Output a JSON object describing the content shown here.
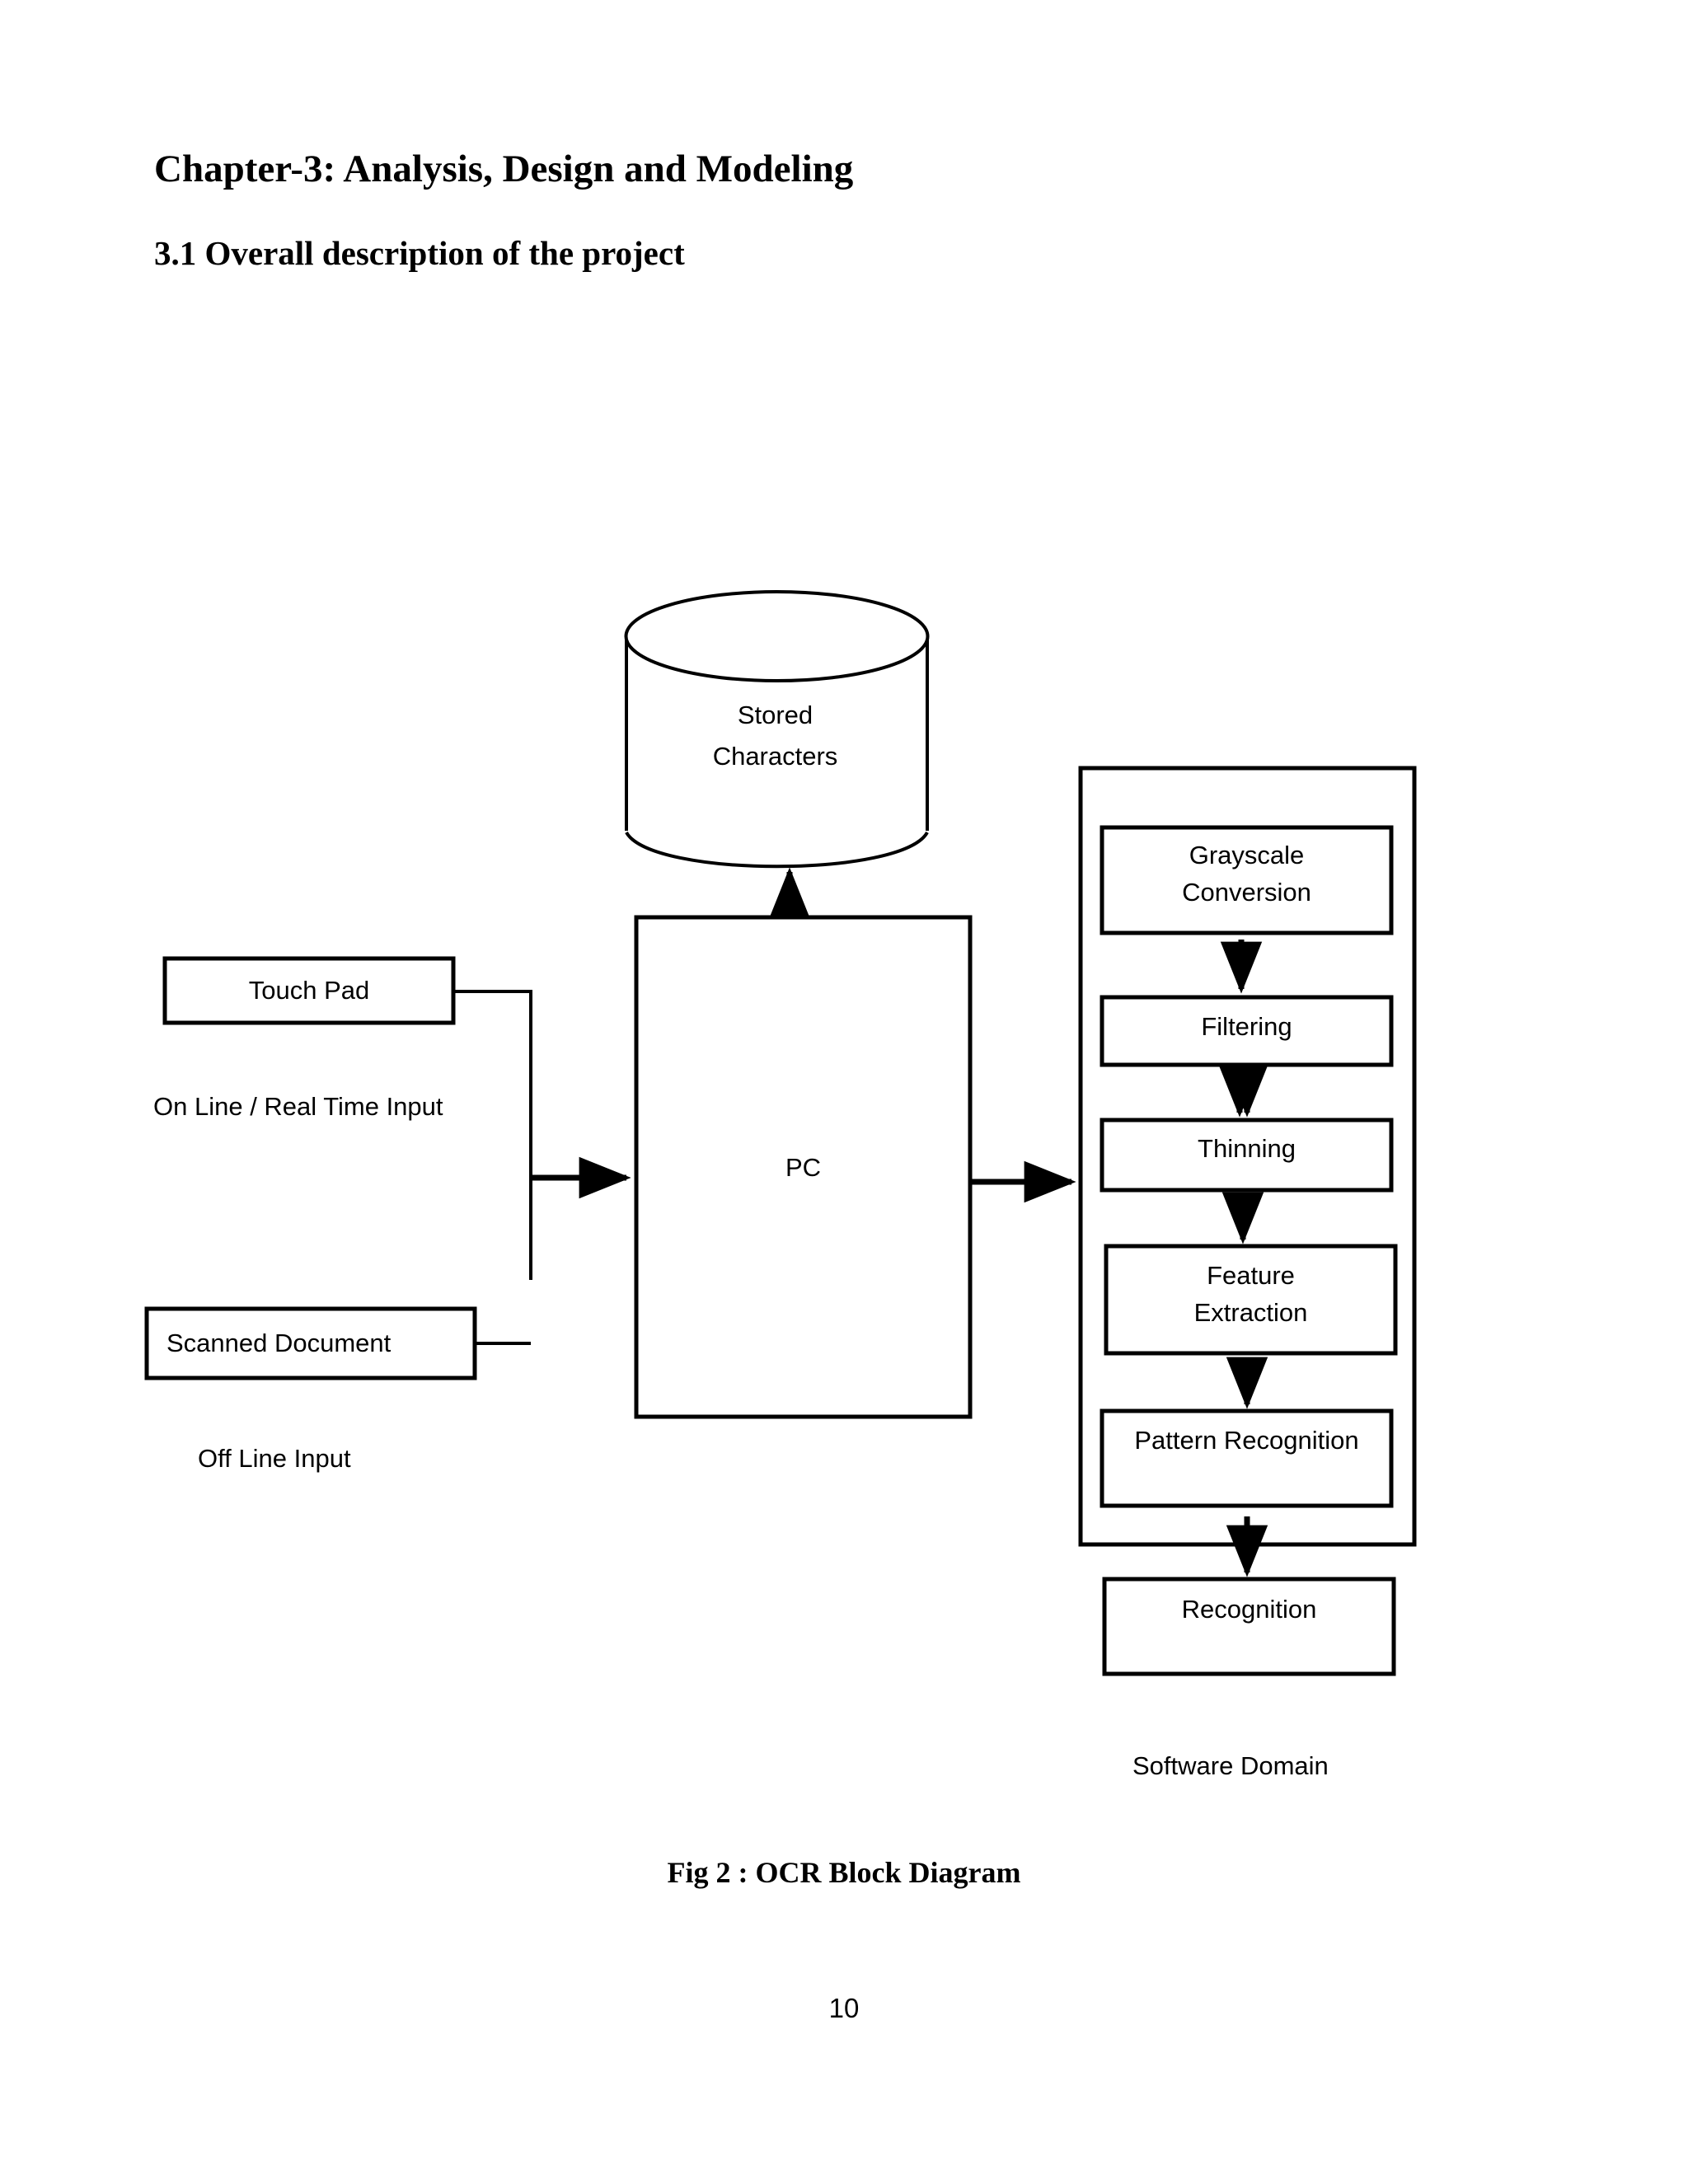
{
  "document": {
    "heading_chapter": "Chapter-3: Analysis, Design and Modeling",
    "heading_section": "3.1 Overall description of the project",
    "figure_caption": "Fig 2 :  OCR Block Diagram",
    "page_number": "10"
  },
  "diagram": {
    "title": "OCR Block Diagram",
    "type": "block-diagram",
    "datastore": {
      "name": "stored-characters",
      "shape": "cylinder",
      "line1": "Stored",
      "line2": "Characters"
    },
    "inputs": [
      {
        "name": "touch-pad",
        "label": "Touch Pad",
        "align": "center",
        "caption": "On Line / Real Time Input"
      },
      {
        "name": "scanned-document",
        "label": "Scanned Document",
        "align": "left",
        "caption": "Off Line Input"
      }
    ],
    "processor": {
      "name": "pc",
      "label": "PC"
    },
    "software_domain": {
      "label": "Software Domain",
      "pipeline": [
        {
          "name": "grayscale-conversion",
          "line1": "Grayscale",
          "line2": "Conversion"
        },
        {
          "name": "filtering",
          "line1": "Filtering",
          "line2": ""
        },
        {
          "name": "thinning",
          "line1": "Thinning",
          "line2": ""
        },
        {
          "name": "feature-extraction",
          "line1": "Feature",
          "line2": "Extraction"
        },
        {
          "name": "pattern-recognition",
          "line1": "Pattern Recognition",
          "line2": ""
        }
      ]
    },
    "output": {
      "name": "recognition",
      "label": "Recognition"
    },
    "colors": {
      "stroke": "#000000",
      "text": "#000000",
      "background": "#ffffff"
    }
  }
}
